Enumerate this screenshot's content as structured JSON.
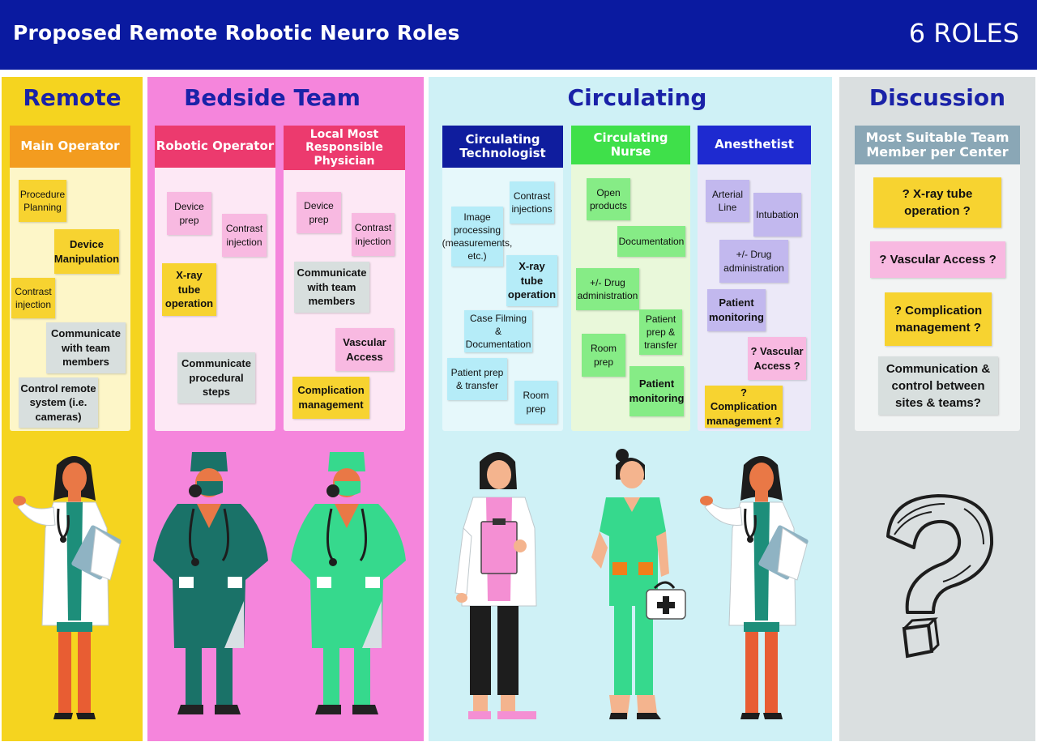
{
  "header": {
    "title": "Proposed Remote Robotic Neuro Roles",
    "count": "6 ROLES"
  },
  "colors": {
    "header_bg": "#0a1aa0",
    "remote_bg": "#f5d41f",
    "bedside_bg": "#f585dc",
    "circulating_bg": "#cff1f6",
    "discussion_bg": "#dadfe0",
    "title_text": "#1a22a8"
  },
  "sections": {
    "remote": {
      "title": "Remote"
    },
    "bedside": {
      "title": "Bedside Team"
    },
    "circulating": {
      "title": "Circulating"
    },
    "discussion": {
      "title": "Discussion"
    }
  },
  "roles": {
    "main_operator": {
      "title": "Main Operator",
      "color": "#f39c1f",
      "notes": [
        "Procedure Planning",
        "Device Manipulation",
        "Contrast injection",
        "Communicate with team members",
        "Control remote system (i.e. cameras)"
      ]
    },
    "robotic_operator": {
      "title": "Robotic Operator",
      "color": "#ec3a6e",
      "notes": [
        "Device prep",
        "Contrast injection",
        "X-ray tube operation",
        "Communicate procedural steps"
      ]
    },
    "local_physician": {
      "title": "Local Most Responsible Physician",
      "color": "#ec3a6e",
      "notes": [
        "Device prep",
        "Contrast injection",
        "Communicate with team members",
        "Vascular Access",
        "Complication management"
      ]
    },
    "circ_technologist": {
      "title": "Circulating Technologist",
      "color": "#0f1d9e",
      "notes": [
        "Contrast injections",
        "Image processing (measurements, etc.)",
        "X-ray tube operation",
        "Case Filming & Documentation",
        "Patient prep & transfer",
        "Room prep"
      ]
    },
    "circ_nurse": {
      "title": "Circulating Nurse",
      "color": "#3fe04a",
      "notes": [
        "Open products",
        "Documentation",
        "+/- Drug administration",
        "Patient prep & transfer",
        "Room prep",
        "Patient monitoring"
      ]
    },
    "anesthetist": {
      "title": "Anesthetist",
      "color": "#1e2ad0",
      "notes": [
        "Arterial Line",
        "Intubation",
        "+/- Drug administration",
        "Patient monitoring",
        "? Vascular Access ?",
        "? Complication management ?"
      ]
    }
  },
  "discussion": {
    "header": "Most Suitable Team Member per Center",
    "header_color": "#8aa7b6",
    "items": [
      "? X-ray tube operation ?",
      "? Vascular Access ?",
      "? Complication management ?",
      "Communication & control between sites & teams?"
    ]
  }
}
